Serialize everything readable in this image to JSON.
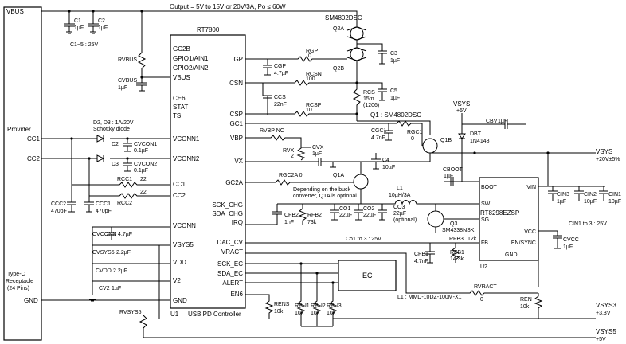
{
  "header": {
    "output_spec": "Output = 5V to 15V or 20V/3A, Po ≤ 60W"
  },
  "left_block": {
    "vbus": "VBUS",
    "provider": "Provider",
    "cc1": "CC1",
    "cc2": "CC2",
    "receptacle": "Type-C Receptacle (24 Pins)",
    "gnd": "GND",
    "receptacle_line1": "Type-C",
    "receptacle_line2": "Receptacle",
    "receptacle_line3": "(24 Pins)"
  },
  "input_caps": {
    "c1": "C1",
    "c1_val": "1µF",
    "c2": "C2",
    "c2_val": "1µF",
    "note": "C1~5 : 25V"
  },
  "controller": {
    "name": "RT7800",
    "ref": "U1",
    "label": "USB PD Controller",
    "pins_left": [
      "GC2B",
      "GPIO1/AIN1",
      "GPIO2/AIN2",
      "VBUS",
      "CE6",
      "STAT",
      "TS",
      "VCONN1",
      "VCONN2",
      "CC1",
      "CC2",
      "VCONN",
      "VSYS5",
      "VDD",
      "V2",
      "GND"
    ],
    "pins_right": [
      "GP",
      "CSN",
      "CSP",
      "GC1",
      "VBP",
      "VX",
      "GC2A",
      "SCK_CHG",
      "SDA_CHG",
      "IRQ",
      "DAC_CV",
      "VRACT",
      "SCK_EC",
      "SDA_EC",
      "ALERT",
      "EN6"
    ]
  },
  "mosfets": {
    "q2_pair": "SM4802DSC",
    "q2a": "Q2A",
    "q2b": "Q2B",
    "q1_label": "Q1 : SM4802DSC",
    "q1b": "Q1B",
    "q1a": "Q1A",
    "q3": "Q3",
    "q3_part": "SM4338NSK",
    "q1a_note_1": "Depending on the buck",
    "q1a_note_2": "converter, Q1A is optional."
  },
  "passives": {
    "r_gp": "RGP",
    "r_gp_val": "0",
    "c_gp": "CGP",
    "c_gp_val": "4.7µF",
    "r_csn": "RCSN",
    "r_csn_val": "100",
    "c_cs": "CCS",
    "c_cs_val": "22nF",
    "r_csp": "RCSP",
    "r_csp_val": "10",
    "r_cs": "RCS",
    "r_cs_val": "15m",
    "r_cs_pkg": "(1206)",
    "c3": "C3",
    "c3_val": "1µF",
    "c5": "C5",
    "c5_val": "1µF",
    "c4": "C4",
    "c4_val": "10µF",
    "c_gc1": "CGC1",
    "c_gc1_val": "4.7nF",
    "r_gc1": "RGC1",
    "r_gc1_val": "0",
    "r_vbp": "RVBP NC",
    "r_vx": "RVX",
    "r_vx_val": "2",
    "c_vx": "CVX",
    "c_vx_val": "1µF",
    "r_gc2a": "RGC2A 0",
    "r_vbus": "RVBUS",
    "c_vbus": "CVBUS",
    "c_vbus_val": "1µF",
    "d_label_1": "D2, D3 : 1A/20V",
    "d_label_2": "Schottky diode",
    "d2": "D2",
    "d3": "D3",
    "c_vcon1": "CVCON1",
    "c_vcon1_val": "0.1µF",
    "c_vcon2": "CVCON2",
    "c_vcon2_val": "0.1µF",
    "r_cc1": "RCC1",
    "r_cc1_val": "22",
    "r_cc2": "RCC2",
    "r_cc2_val": "22",
    "c_cc2": "CCC2",
    "c_cc2_val": "470pF",
    "c_cc1": "CCC1",
    "c_cc1_val": "470pF",
    "c_fb2": "CFB2",
    "c_fb2_val": "1nF",
    "r_fb2": "RFB2",
    "r_fb2_val": "73k",
    "c_o1": "CO1",
    "c_o1_val": "22µF",
    "c_o2": "CO2",
    "c_o2_val": "22µF",
    "c_o3": "CO3",
    "c_o3_val": "22µF",
    "c_o3_opt": "(optional)",
    "l1": "L1",
    "l1_val": "10µH/3A",
    "c_o_note": "Co1 to 3 : 25V",
    "c_fb1": "CFB1",
    "c_fb1_val": "4.7nF",
    "r_fb1": "RFB1",
    "r_fb1_val": "14.3k",
    "r_fb3": "RFB3",
    "r_fb3_val": "12k",
    "c_vconn": "CVCONN",
    "c_vconn_val": "4.7µF",
    "c_vsys5": "CVSYS5",
    "c_vsys5_val": "2.2µF",
    "c_vdd": "CVDD",
    "c_vdd_val": "2.2µF",
    "c_v2": "CV2",
    "c_v2_val": "1µF",
    "r_vsys5": "RVSYS5",
    "r_ens": "RENS",
    "r_ens_val": "10k",
    "r_pu1": "RPU1",
    "r_pu1_val": "10k",
    "r_pu2": "RPU2",
    "r_pu2_val": "10k",
    "r_pu3": "RPU3",
    "r_pu3_val": "10k",
    "r_vract": "RVRACT",
    "r_vract_val": "0",
    "r_en": "REN",
    "r_en_val": "10k",
    "d_bt": "DBT",
    "d_bt_val": "1N4148",
    "c_bv": "CBV",
    "c_bv_val": "1µF",
    "c_boot": "CBOOT",
    "c_boot_val": "1µF",
    "c_in3": "CIN3",
    "c_in3_val": "1µF",
    "c_in2": "CIN2",
    "c_in2_val": "10µF",
    "c_in1": "CIN1",
    "c_in1_val": "10µF",
    "c_in_note": "CIN1 to 3 : 25V",
    "c_vcc": "CVCC",
    "c_vcc_val": "1µF",
    "l1_note": "L1 : MMD-10DZ-100M-X1"
  },
  "buck": {
    "name": "RT8298EZSP",
    "ref": "U2",
    "pins_left": [
      "BOOT",
      "SW",
      "SG",
      "FB"
    ],
    "pins_right": [
      "VIN",
      "VCC",
      "EN/SYNC"
    ],
    "pin_bottom": "GND"
  },
  "ec_block": {
    "label": "EC"
  },
  "rails": {
    "vsys": "VSYS",
    "vsys_val": "+20V±5%",
    "vsys3": "VSYS3",
    "vsys3_val": "+3.3V",
    "vsys5_top": "VSYS",
    "vsys5_top_val": "+5V",
    "vsys5_bot": "VSYS5",
    "vsys5_bot_val": "+5V"
  },
  "colors": {
    "ink": "#000000",
    "background": "#ffffff"
  }
}
